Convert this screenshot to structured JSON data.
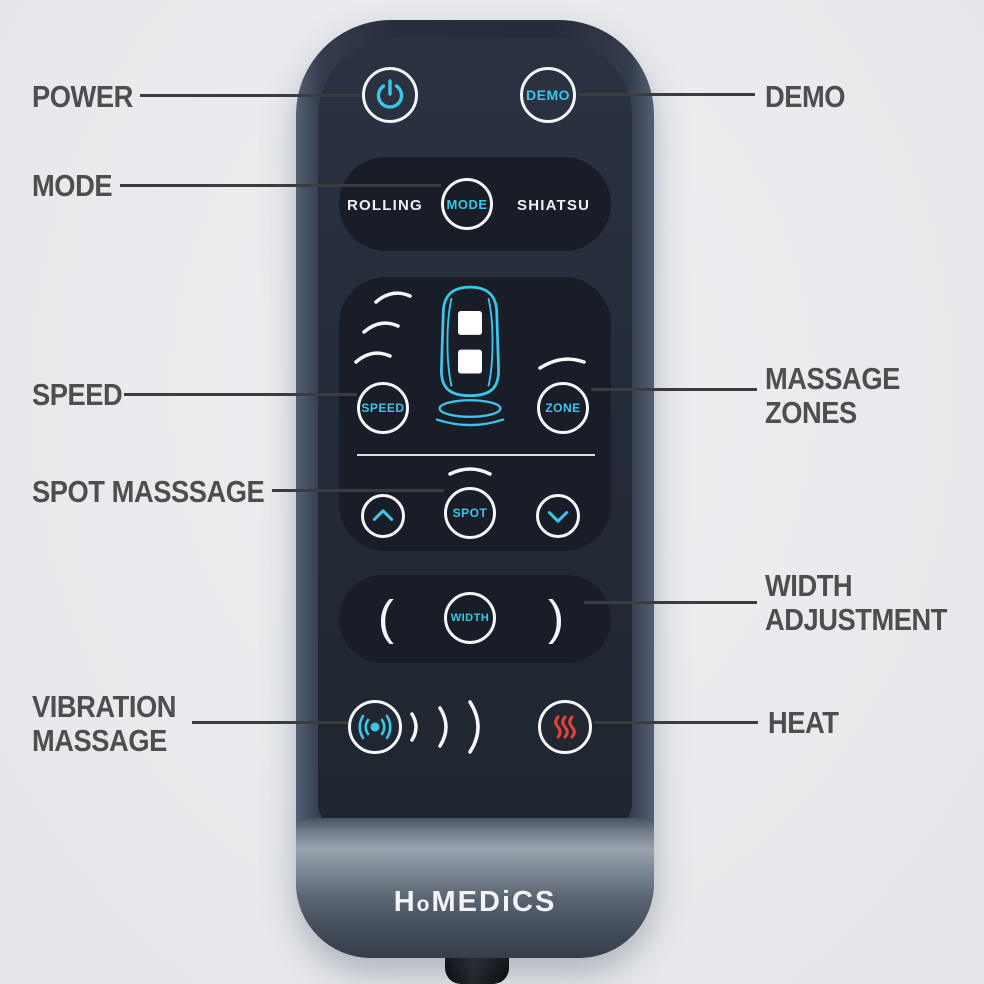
{
  "callouts": {
    "power": "POWER",
    "mode": "MODE",
    "speed": "SPEED",
    "spot": "SPOT MASSSAGE",
    "vibration": [
      "VIBRATION",
      "MASSAGE"
    ],
    "demo": "DEMO",
    "zones": [
      "MASSAGE",
      "ZONES"
    ],
    "width": [
      "WIDTH",
      "ADJUSTMENT"
    ],
    "heat": "HEAT"
  },
  "remote": {
    "demo": "DEMO",
    "mode_left": "ROLLING",
    "mode": "MODE",
    "mode_right": "SHIATSU",
    "speed": "SPEED",
    "zone": "ZONE",
    "spot": "SPOT",
    "width": "WIDTH",
    "paren_open": "(",
    "paren_close": ")",
    "brand": {
      "p1": "H",
      "p2": "o",
      "p3": "MED",
      "p4": "i",
      "p5": "CS"
    }
  },
  "colors": {
    "accent": "#3cc6e9",
    "heat": "#e2423a",
    "label_text": "#4c4e50",
    "line": "#3a3c3e",
    "remote_body": "#272e3c",
    "panel": "#181d27"
  }
}
